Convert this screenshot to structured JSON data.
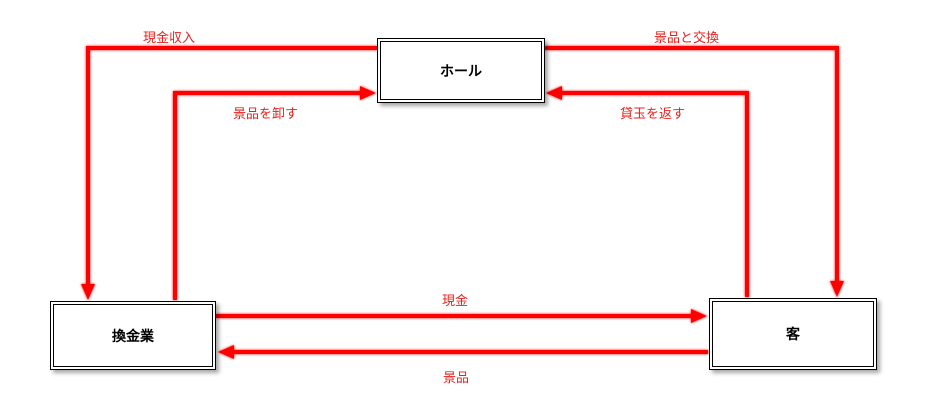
{
  "colors": {
    "arrow": "#ff0000",
    "label": "#e8201c",
    "box_border": "#000000"
  },
  "nodes": {
    "hall": "ホール",
    "exchange": "換金業",
    "customer": "客"
  },
  "edges": {
    "cash_income": "現金収入",
    "prize_exchange": "景品と交換",
    "wholesale_prize": "景品を卸す",
    "return_ball": "貸玉を返す",
    "cash": "現金",
    "prize": "景品"
  }
}
